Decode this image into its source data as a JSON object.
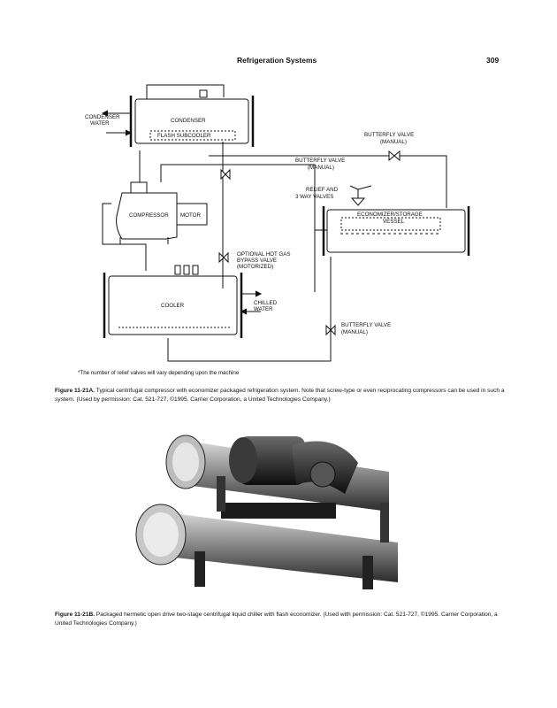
{
  "header": {
    "running_title": "Refrigeration Systems",
    "page_number": "309"
  },
  "diagram": {
    "labels": {
      "condenser_water": [
        "CONDENSER",
        "WATER"
      ],
      "condenser": "CONDENSER",
      "flash_subcooler": "FLASH SUBCOOLER",
      "bfv_manual_1": [
        "BUTTERFLY VALVE",
        "(MANUAL)"
      ],
      "bfv_manual_2": [
        "BUTTERFLY VALVE",
        "(MANUAL)"
      ],
      "relief": [
        "RELIEF AND",
        "3 WAY VALVES"
      ],
      "economizer": [
        "ECONOMIZER/STORAGE",
        "VESSEL"
      ],
      "compressor": "COMPRESSOR",
      "motor": "MOTOR",
      "hot_gas": [
        "OPTIONAL HOT GAS",
        "BYPASS VALVE",
        "(MOTORIZED)"
      ],
      "cooler": "COOLER",
      "chilled_water": [
        "CHILLED",
        "WATER"
      ],
      "bfv_manual_3": [
        "BUTTERFLY VALVE",
        "(MANUAL)"
      ],
      "relief_note": "*The number of relief valves will vary depending upon the machine"
    }
  },
  "figure_a": {
    "label": "Figure 11-21A.",
    "text": " Typical centrifugal compressor with economizer packaged refrigeration system. Note that screw-type or even reciprocating compressors can be used in such a system. (Used by permission: Cat. 521-727, ©1995. Carrier Corporation, a United Technologies Company.)"
  },
  "figure_b": {
    "label": "Figure 11-21B.",
    "text": " Packaged hermetic open drive two-stage centrifugal liquid chiller with flash economizer. (Used with permission: Cat. 521-727, ©1995. Carrier Corporation, a United Technologies Company.)"
  }
}
